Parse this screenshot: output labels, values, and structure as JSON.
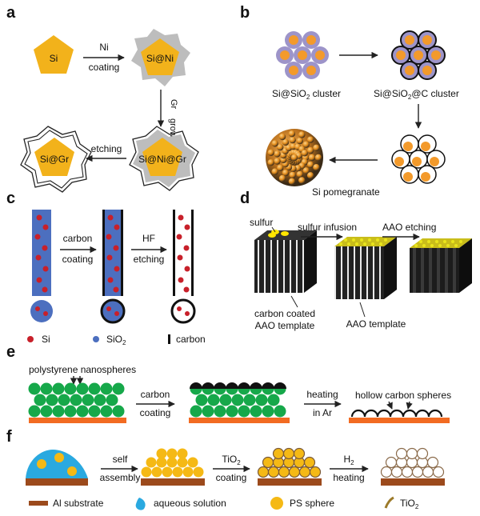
{
  "panels": {
    "a": {
      "label": "a",
      "nodes": [
        "Si",
        "Si@Ni",
        "Si@Ni@Gr",
        "Si@Gr"
      ],
      "steps": [
        {
          "line1": "Ni",
          "line2": "coating"
        },
        {
          "line1": "Gr",
          "line2": "growth"
        },
        {
          "line1": "etching"
        }
      ]
    },
    "b": {
      "label": "b",
      "cluster1": {
        "text": "Si@SiO",
        "sub": "2",
        "tail": " cluster"
      },
      "cluster2": {
        "text": "Si@SiO",
        "sub": "2",
        "tail": "@C cluster"
      },
      "pomegranate": "Si pomegranate"
    },
    "c": {
      "label": "c",
      "step1": {
        "line1": "carbon",
        "line2": "coating"
      },
      "step2": {
        "line1": "HF",
        "line2": "etching"
      },
      "legend": {
        "si": "Si",
        "sio2": {
          "text": "SiO",
          "sub": "2"
        },
        "carbon": "carbon"
      }
    },
    "d": {
      "label": "d",
      "sulfur": "sulfur",
      "step1": "sulfur infusion",
      "step2": "AAO etching",
      "caption1": {
        "line1": "carbon coated",
        "line2": "AAO template"
      },
      "caption2": "AAO template"
    },
    "e": {
      "label": "e",
      "top_label": "polystyrene nanospheres",
      "step1": {
        "line1": "carbon",
        "line2": "coating"
      },
      "step2": {
        "line1": "heating",
        "line2": "in Ar"
      },
      "result": "hollow carbon spheres"
    },
    "f": {
      "label": "f",
      "step1": {
        "line1": "self",
        "line2": "assembly"
      },
      "step2": {
        "line1": "TiO",
        "sub": "2",
        "line2": "coating"
      },
      "step3": {
        "line1": "H",
        "sub": "2",
        "line2": "heating"
      },
      "legend": {
        "substrate": "Al substrate",
        "solution": "aqueous solution",
        "sphere": "PS sphere",
        "tio2": {
          "text": "TiO",
          "sub": "2"
        }
      }
    }
  },
  "colors": {
    "si_gold": "#f2b21b",
    "ni_gray": "#bdbdbd",
    "sio2_purple": "#9d94c9",
    "orange_core": "#f39a2b",
    "red_dot": "#c8202a",
    "blue_matrix": "#4c6fbf",
    "green_sphere": "#16a84a",
    "orange_substrate": "#f26b22",
    "brown_substrate": "#9c4a1c",
    "cyan_solution": "#2aa9e0",
    "yellow_sphere": "#f5b915"
  }
}
